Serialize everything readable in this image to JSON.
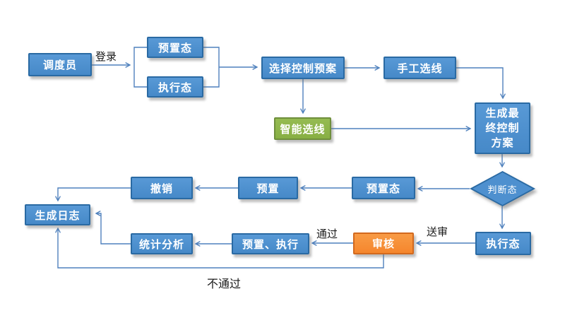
{
  "palette": {
    "box_blue_fill": "#4E90CF",
    "box_blue_border": "#2A6AA3",
    "box_green_fill": "#8CB348",
    "box_green_border": "#6F8F3C",
    "box_orange_fill": "#F78D35",
    "box_orange_border": "#D2691E",
    "connector": "#4F81BD",
    "box_text": "#FFFFFF",
    "label_text": "#1A1A1A"
  },
  "nodes": {
    "dispatcher": {
      "label": "调度员",
      "color": "blue"
    },
    "preset_state_top": {
      "label": "预置态",
      "color": "blue"
    },
    "execute_state_top": {
      "label": "执行态",
      "color": "blue"
    },
    "select_control_plan": {
      "label": "选择控制预案",
      "color": "blue"
    },
    "manual_line_selection": {
      "label": "手工选线",
      "color": "blue"
    },
    "intelligent_line_selection": {
      "label": "智能选线",
      "color": "green"
    },
    "generate_final_plan": {
      "label": "生成最终控制方案",
      "color": "blue"
    },
    "judge_state": {
      "label": "判断态",
      "color": "blue",
      "shape": "diamond"
    },
    "preset_state_mid": {
      "label": "预置态",
      "color": "blue"
    },
    "preset": {
      "label": "预置",
      "color": "blue"
    },
    "revoke": {
      "label": "撤销",
      "color": "blue"
    },
    "generate_log": {
      "label": "生成日志",
      "color": "blue"
    },
    "statistical_analysis": {
      "label": "统计分析",
      "color": "blue"
    },
    "preset_execute": {
      "label": "预置、执行",
      "color": "blue"
    },
    "review": {
      "label": "审核",
      "color": "orange"
    },
    "execute_state_bottom": {
      "label": "执行态",
      "color": "blue"
    }
  },
  "edge_labels": {
    "login": "登录",
    "pass": "通过",
    "submit": "送审",
    "fail": "不通过"
  }
}
